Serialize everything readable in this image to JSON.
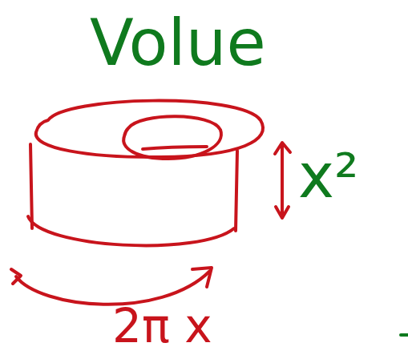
{
  "diagram": {
    "labels": [
      "Volue",
      "x²",
      "2π x"
    ]
  }
}
